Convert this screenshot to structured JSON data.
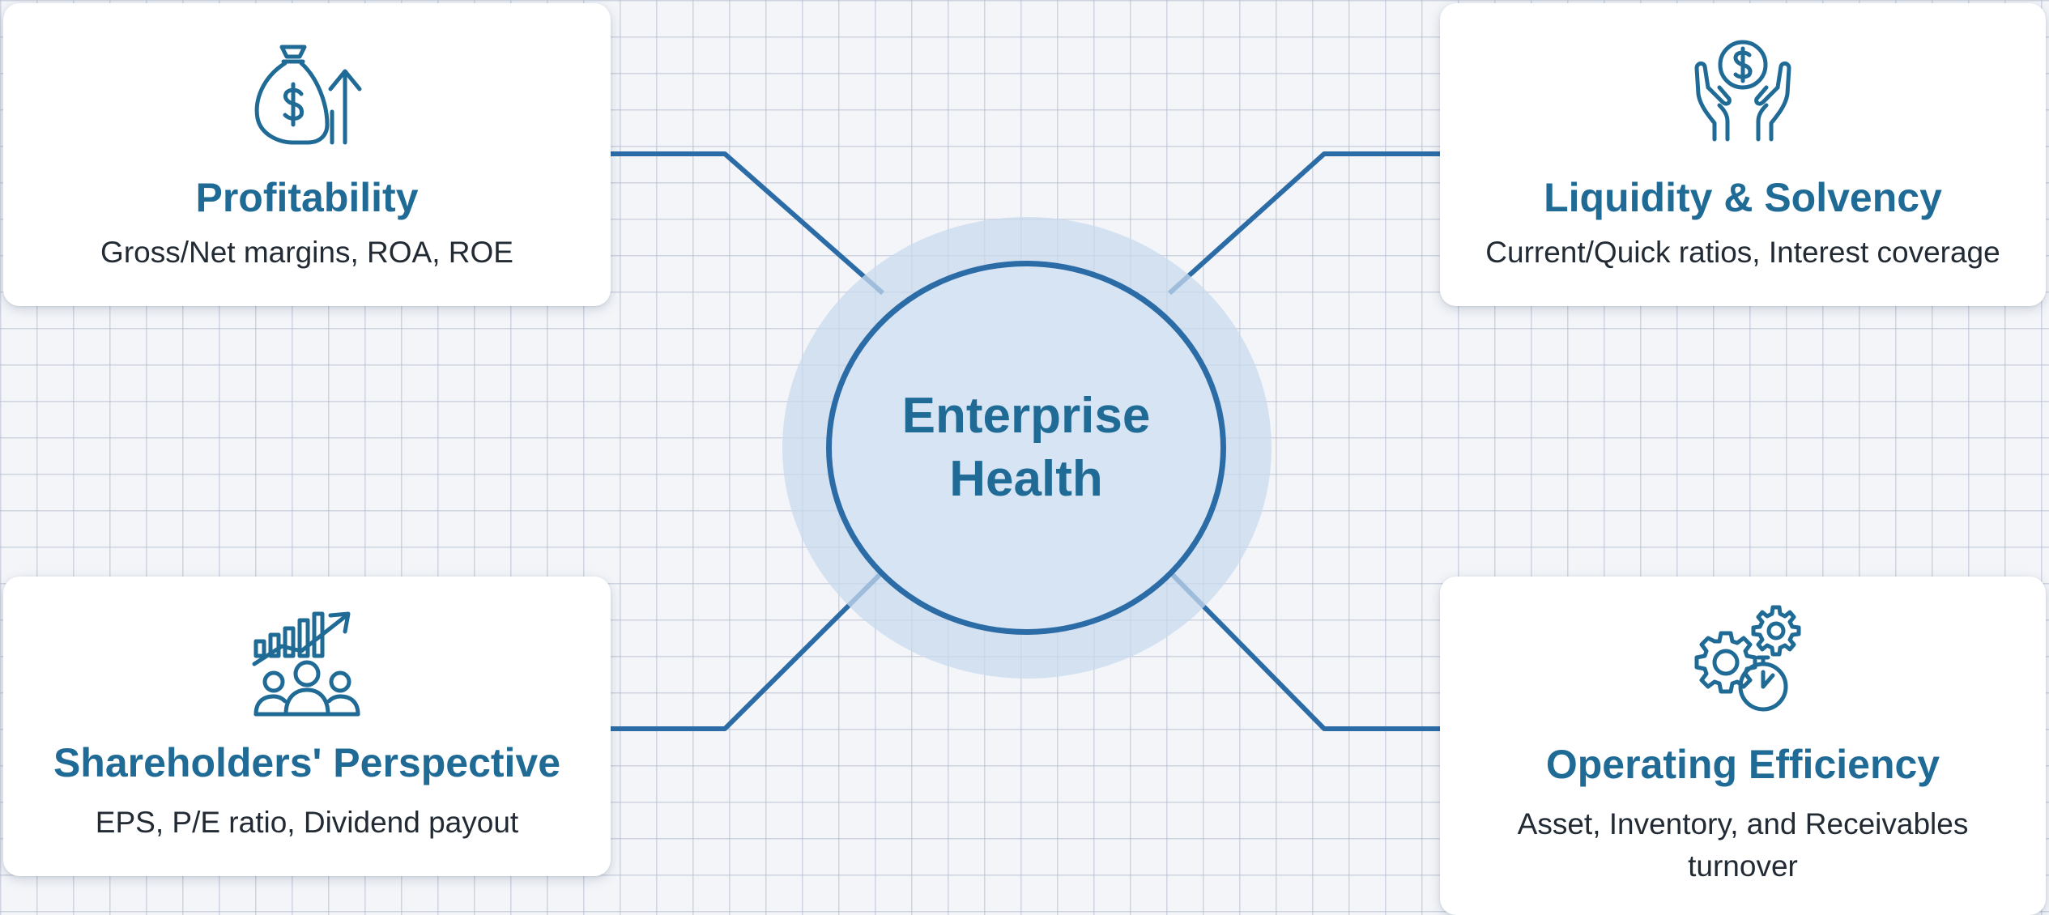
{
  "center": {
    "label": "Enterprise Health"
  },
  "cards": {
    "profitability": {
      "title": "Profitability",
      "description": "Gross/Net margins, ROA, ROE",
      "icon": "money-bag-arrow-up-icon"
    },
    "liquidity": {
      "title": "Liquidity & Solvency",
      "description": "Current/Quick ratios, Interest coverage",
      "icon": "hands-holding-coin-icon"
    },
    "shareholders": {
      "title": "Shareholders' Perspective",
      "description": "EPS, P/E ratio, Dividend payout",
      "icon": "growth-chart-people-icon"
    },
    "efficiency": {
      "title": "Operating Efficiency",
      "description": "Asset, Inventory, and Receivables turnover",
      "icon": "gears-stopwatch-icon"
    }
  },
  "colors": {
    "accent": "#1f6b96",
    "connector": "#2c6ca6",
    "background": "#f3f5f9",
    "card": "#ffffff"
  }
}
